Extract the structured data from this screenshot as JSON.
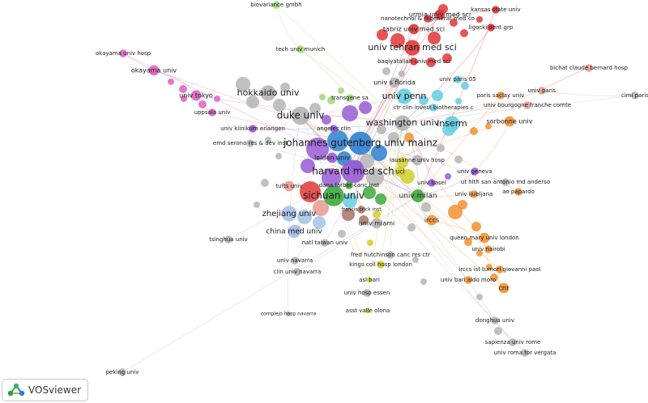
{
  "software_badge": {
    "label": "VOSviewer"
  },
  "network": {
    "clusters": [
      {
        "id": "red",
        "color": "#e0373a"
      },
      {
        "id": "green",
        "color": "#3daa3d"
      },
      {
        "id": "blue",
        "color": "#2f7fd1"
      },
      {
        "id": "yellow",
        "color": "#cfcf2c"
      },
      {
        "id": "purple",
        "color": "#9a5ad6"
      },
      {
        "id": "cyan",
        "color": "#66cde0"
      },
      {
        "id": "orange",
        "color": "#f19234"
      },
      {
        "id": "brown",
        "color": "#a77268"
      },
      {
        "id": "pink",
        "color": "#dc63c6"
      },
      {
        "id": "lightgreen",
        "color": "#a3d67a"
      },
      {
        "id": "salmon",
        "color": "#e89a8f"
      },
      {
        "id": "lightblue",
        "color": "#a7c1e8"
      },
      {
        "id": "gray",
        "color": "#b5b5b5"
      }
    ],
    "nodes": [
      {
        "label": "johannes gutenberg univ mainz",
        "cluster": "blue",
        "weight": 9
      },
      {
        "label": "harvard med sch",
        "cluster": "purple",
        "weight": 9
      },
      {
        "label": "sichuan univ",
        "cluster": "green",
        "weight": 8
      },
      {
        "label": "duke univ",
        "cluster": "gray",
        "weight": 7
      },
      {
        "label": "hokkaido univ",
        "cluster": "gray",
        "weight": 6
      },
      {
        "label": "univ tehran med sci",
        "cluster": "red",
        "weight": 6
      },
      {
        "label": "univ penn",
        "cluster": "cyan",
        "weight": 6
      },
      {
        "label": "washington univ",
        "cluster": "gray",
        "weight": 6
      },
      {
        "label": "inserm",
        "cluster": "cyan",
        "weight": 6
      },
      {
        "label": "zhejiang univ",
        "cluster": "lightblue",
        "weight": 6
      },
      {
        "label": "univ milan",
        "cluster": "green",
        "weight": 5
      },
      {
        "label": "china med univ",
        "cluster": "lightblue",
        "weight": 5
      },
      {
        "label": "tabriz univ med sci",
        "cluster": "red",
        "weight": 4
      },
      {
        "label": "urmia univ med sci",
        "cluster": "red",
        "weight": 4
      },
      {
        "label": "leiden univ",
        "cluster": "purple",
        "weight": 4
      },
      {
        "label": "univ tokyo",
        "cluster": "pink",
        "weight": 4
      },
      {
        "label": "okayama univ",
        "cluster": "pink",
        "weight": 4
      },
      {
        "label": "okayama univ hosp",
        "cluster": "pink",
        "weight": 3
      },
      {
        "label": "ucl",
        "cluster": "yellow",
        "weight": 4
      },
      {
        "label": "irccs",
        "cluster": "orange",
        "weight": 4
      },
      {
        "label": "univ miami",
        "cluster": "gray",
        "weight": 4
      },
      {
        "label": "queen mary univ london",
        "cluster": "orange",
        "weight": 4
      },
      {
        "label": "cnr",
        "cluster": "orange",
        "weight": 4
      },
      {
        "label": "sorbonne univ",
        "cluster": "orange",
        "weight": 4
      },
      {
        "label": "tufts univ",
        "cluster": "salmon",
        "weight": 4
      },
      {
        "label": "lausanne univ hosp",
        "cluster": "gray",
        "weight": 4
      },
      {
        "label": "univ s florida",
        "cluster": "gray",
        "weight": 4
      },
      {
        "label": "paris saclay univ",
        "cluster": "orange",
        "weight": 3
      },
      {
        "label": "univ bourgogne franche comte",
        "cluster": "salmon",
        "weight": 3
      },
      {
        "label": "univ paris 05",
        "cluster": "cyan",
        "weight": 3
      },
      {
        "label": "univ paris",
        "cluster": "salmon",
        "weight": 3
      },
      {
        "label": "bichat claude bernard hosp",
        "cluster": "salmon",
        "weight": 3
      },
      {
        "label": "cimi paris",
        "cluster": "gray",
        "weight": 3
      },
      {
        "label": "kansas state univ",
        "cluster": "red",
        "weight": 3
      },
      {
        "label": "nanotechnol & regenerat med co",
        "cluster": "red",
        "weight": 3
      },
      {
        "label": "ligocki dent grp",
        "cluster": "red",
        "weight": 3
      },
      {
        "label": "baqiyatallah univ med sci",
        "cluster": "red",
        "weight": 3
      },
      {
        "label": "biovariance gmbh",
        "cluster": "lightgreen",
        "weight": 3
      },
      {
        "label": "tech univ munich",
        "cluster": "lightgreen",
        "weight": 3
      },
      {
        "label": "transgene sa",
        "cluster": "lightgreen",
        "weight": 3
      },
      {
        "label": "ctr clin invest biotherapies c",
        "cluster": "cyan",
        "weight": 3
      },
      {
        "label": "uppsala univ",
        "cluster": "pink",
        "weight": 3
      },
      {
        "label": "univ klinikum erlangen",
        "cluster": "purple",
        "weight": 3
      },
      {
        "label": "angeles clin",
        "cluster": "purple",
        "weight": 3
      },
      {
        "label": "emd serono res & dev inst",
        "cluster": "gray",
        "weight": 3
      },
      {
        "label": "univ geneva",
        "cluster": "purple",
        "weight": 3
      },
      {
        "label": "ut hlth san antonio md anderso",
        "cluster": "gray",
        "weight": 3
      },
      {
        "label": "ao papardo",
        "cluster": "orange",
        "weight": 3
      },
      {
        "label": "univ ljubljana",
        "cluster": "orange",
        "weight": 3
      },
      {
        "label": "univ basel",
        "cluster": "purple",
        "weight": 3
      },
      {
        "label": "dana farber canc inst",
        "cluster": "green",
        "weight": 3
      },
      {
        "label": "francis crick inst",
        "cluster": "brown",
        "weight": 3
      },
      {
        "label": "natl taiwan univ",
        "cluster": "gray",
        "weight": 3
      },
      {
        "label": "tsinghua univ",
        "cluster": "gray",
        "weight": 3
      },
      {
        "label": "univ navarra",
        "cluster": "gray",
        "weight": 3
      },
      {
        "label": "clin univ navarra",
        "cluster": "gray",
        "weight": 3
      },
      {
        "label": "complejo hosp navarra",
        "cluster": "gray",
        "weight": 2
      },
      {
        "label": "fred hutchinson canc res ctr",
        "cluster": "gray",
        "weight": 3
      },
      {
        "label": "kings coll hosp london",
        "cluster": "yellow",
        "weight": 3
      },
      {
        "label": "asl bari",
        "cluster": "yellow",
        "weight": 2
      },
      {
        "label": "univ hosp essen",
        "cluster": "gray",
        "weight": 3
      },
      {
        "label": "asst valle olona",
        "cluster": "yellow",
        "weight": 2
      },
      {
        "label": "univ nairobi",
        "cluster": "orange",
        "weight": 3
      },
      {
        "label": "irccs ist tumori giovanni paol",
        "cluster": "orange",
        "weight": 3
      },
      {
        "label": "univ bari aldo moro",
        "cluster": "orange",
        "weight": 3
      },
      {
        "label": "donghua univ",
        "cluster": "gray",
        "weight": 3
      },
      {
        "label": "sapienza univ rome",
        "cluster": "gray",
        "weight": 3
      },
      {
        "label": "univ roma tor vergata",
        "cluster": "gray",
        "weight": 3
      },
      {
        "label": "peking univ",
        "cluster": "gray",
        "weight": 3
      }
    ]
  }
}
